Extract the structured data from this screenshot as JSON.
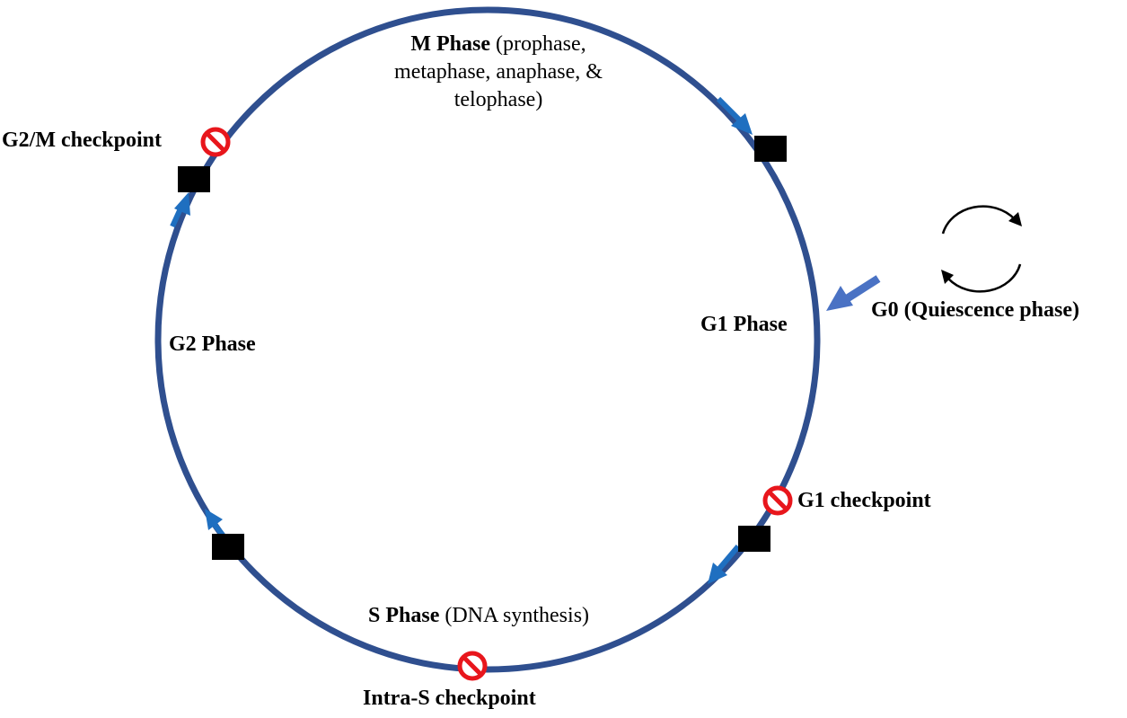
{
  "phases": {
    "m": {
      "name": "M Phase",
      "detail_line1": "(prophase,",
      "detail_line2": "metaphase, anaphase, &",
      "detail_line3": "telophase)"
    },
    "g1": {
      "name": "G1 Phase"
    },
    "g2": {
      "name": "G2 Phase"
    },
    "s": {
      "name": "S Phase",
      "detail": "(DNA synthesis)"
    },
    "g0": {
      "name": "G0 (Quiescence phase)"
    }
  },
  "checkpoints": {
    "g2m": "G2/M checkpoint",
    "g1": "G1 checkpoint",
    "intra_s": "Intra-S checkpoint"
  },
  "colors": {
    "cycle_ring": "#2f4f8f",
    "direction_arrow": "#1f6fc0",
    "g0_arrow": "#4a72c4",
    "checkpoint_stop": "#e8161c",
    "marker": "#000000",
    "text": "#000000"
  }
}
